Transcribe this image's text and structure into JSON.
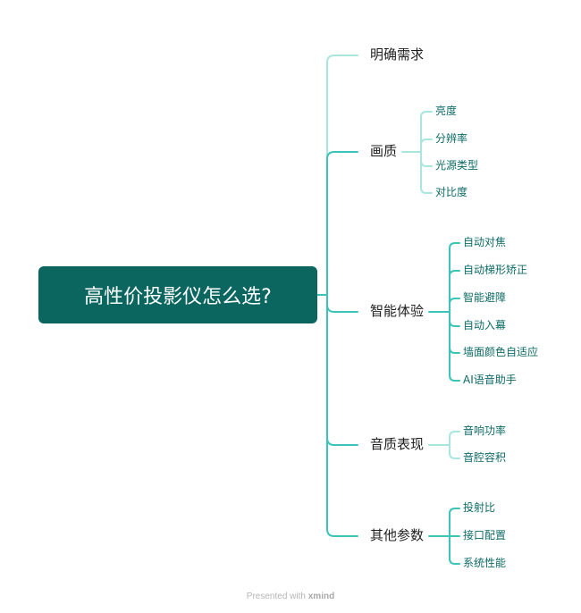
{
  "colors": {
    "root_bg": "#0b6660",
    "line_light": "#a8e6e2",
    "line_teal": "#3cc4b8"
  },
  "root": {
    "label": "高性价投影仪怎么选?"
  },
  "branches": [
    {
      "label": "明确需求",
      "children": []
    },
    {
      "label": "画质",
      "children": [
        "亮度",
        "分辨率",
        "光源类型",
        "对比度"
      ]
    },
    {
      "label": "智能体验",
      "children": [
        "自动对焦",
        "自动梯形矫正",
        "智能避障",
        "自动入幕",
        "墙面颜色自适应",
        "AI语音助手"
      ]
    },
    {
      "label": "音质表现",
      "children": [
        "音响功率",
        "音腔容积"
      ]
    },
    {
      "label": "其他参数",
      "children": [
        "投射比",
        "接口配置",
        "系统性能"
      ]
    }
  ],
  "footer": {
    "prefix": "Presented with",
    "brand": "xmind"
  }
}
